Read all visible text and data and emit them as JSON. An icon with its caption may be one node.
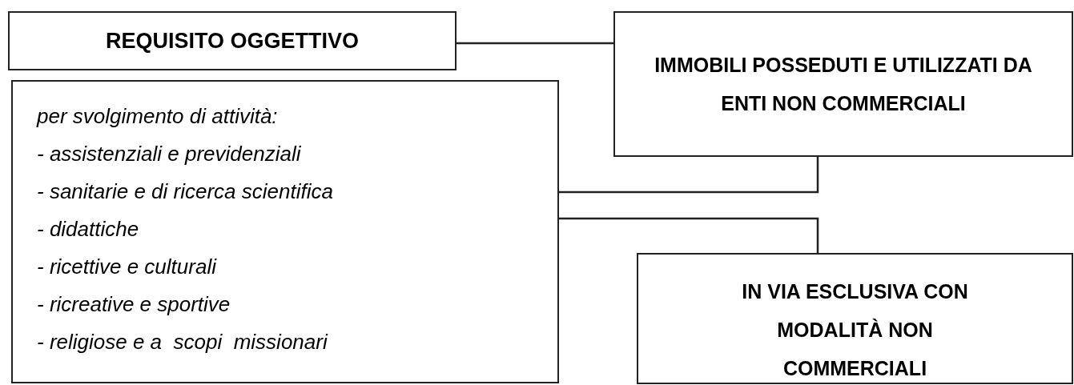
{
  "diagram": {
    "nodes": [
      {
        "text": [
          "REQUISITO OGGETTIVO"
        ]
      },
      {
        "text": [
          "per svolgimento di attività:",
          "- assistenziali e previdenziali",
          "- sanitarie e di ricerca scientifica",
          "- didattiche",
          "- ricettive e culturali",
          "- ricreative e sportive",
          "- religiose e a  scopi  missionari"
        ]
      },
      {
        "text": [
          "IMMOBILI POSSEDUTI E UTILIZZATI DA ENTI NON COMMERCIALI"
        ]
      },
      {
        "text": [
          "IN VIA ESCLUSIVA CON MODALITÀ NON COMMERCIALI"
        ]
      }
    ],
    "edges": [
      {
        "from": 0,
        "to": 2,
        "arrow": "none"
      },
      {
        "from": 1,
        "to": 2,
        "arrow": "none"
      },
      {
        "from": 1,
        "to": 3,
        "arrow": "none"
      }
    ]
  }
}
